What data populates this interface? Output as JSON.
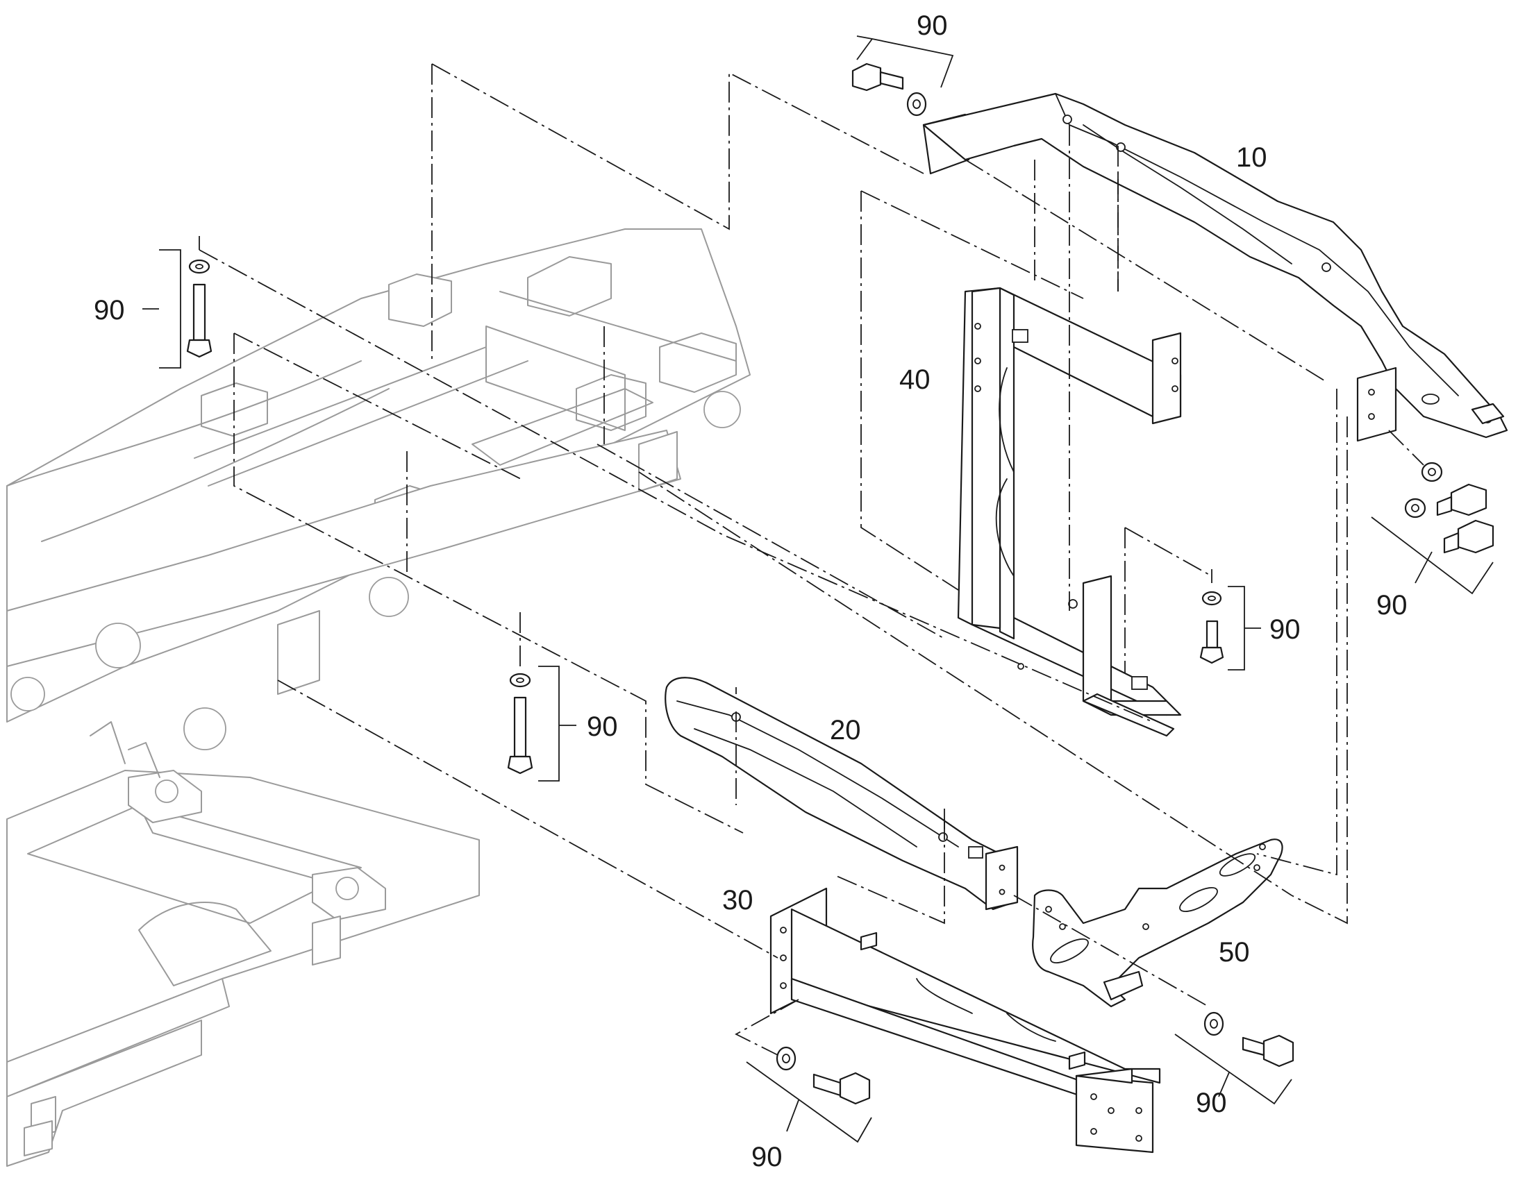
{
  "callouts": {
    "part_10": "10",
    "part_20": "20",
    "part_30": "30",
    "part_40": "40",
    "part_50": "50",
    "fastener_top": "90",
    "fastener_left": "90",
    "fastener_center": "90",
    "fastener_mid_right": "90",
    "fastener_right": "90",
    "fastener_bottom_left": "90",
    "fastener_bottom_right": "90"
  },
  "colors": {
    "line": "#1a1a1a",
    "ghost": "#9a9a9a",
    "background": "#ffffff"
  }
}
